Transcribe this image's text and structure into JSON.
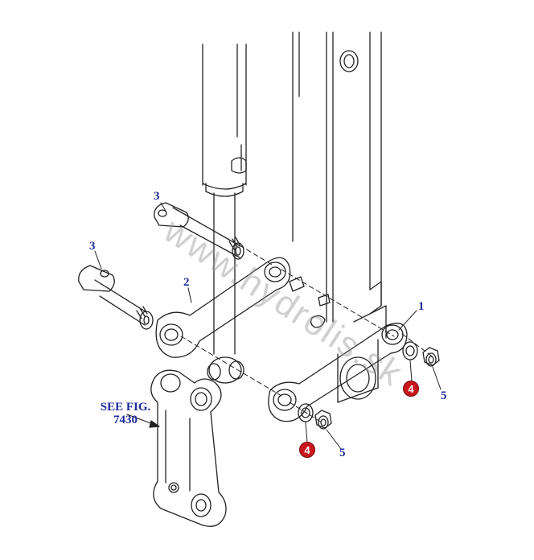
{
  "diagram": {
    "watermark": "www.hydrolis.sk",
    "see_fig": {
      "line1": "SEE FIG.",
      "line2": "7430"
    },
    "labels": {
      "pin_top": "3",
      "pin_left": "3",
      "link_upper": "2",
      "link_lower": "1",
      "washer_right": "4",
      "washer_left": "4",
      "nut_right": "5",
      "nut_left": "5"
    },
    "colors": {
      "label_text": "#1f2a9c",
      "callout_fill": "#c8161d",
      "line": "#222222"
    }
  }
}
